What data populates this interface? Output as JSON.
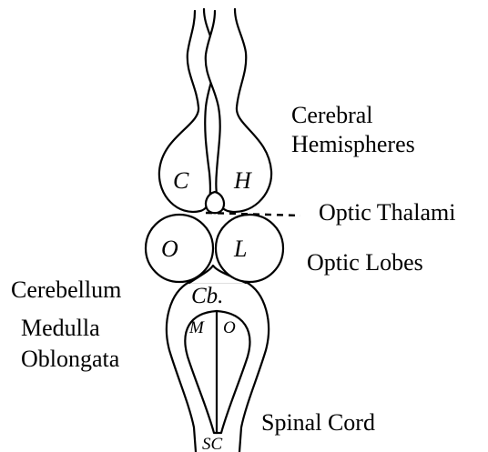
{
  "labels": {
    "cerebral_1": "Cerebral",
    "cerebral_2": "Hemispheres",
    "optic_thalami": "Optic Thalami",
    "optic_lobes": "Optic Lobes",
    "cerebellum": "Cerebellum",
    "medulla_1": "Medulla",
    "medulla_2": "Oblongata",
    "spinal_cord": "Spinal Cord"
  },
  "inner": {
    "hem_left": "C",
    "hem_right": "H",
    "lobe_left": "O",
    "lobe_right": "L",
    "cerebellum": "Cb.",
    "medulla_left": "M",
    "medulla_right": "O",
    "spinal": "SC"
  }
}
